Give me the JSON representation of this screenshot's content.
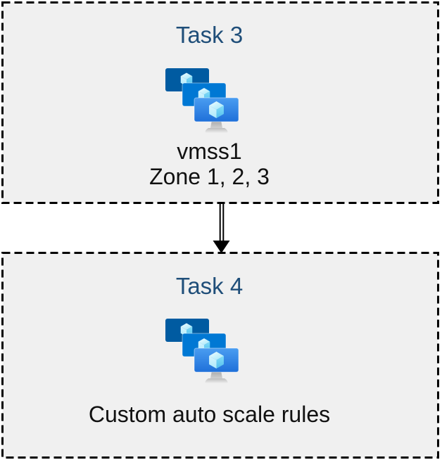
{
  "diagram": {
    "boxes": [
      {
        "id": "task3",
        "title": "Task 3",
        "icon": "vm-scale-sets-icon",
        "label_lines": [
          "vmss1",
          "Zone 1, 2, 3"
        ]
      },
      {
        "id": "task4",
        "title": "Task 4",
        "icon": "vm-scale-sets-icon",
        "label_lines": [
          "Custom auto scale rules"
        ]
      }
    ],
    "connector": {
      "style": "double-line-arrow",
      "direction": "down",
      "from": "task3",
      "to": "task4"
    },
    "colors": {
      "page_background": "#FFFFFF",
      "box_fill": "#F0F0F0",
      "box_border": "#000000",
      "title_text": "#1F4E79",
      "body_text": "#111111",
      "monitor_back": "#005BA1",
      "monitor_middle": "#0078D4",
      "monitor_front_top": "#4A9DF1",
      "monitor_front_bottom": "#1F70D9",
      "cube_light": "#D8F5FE",
      "cube_dark": "#55BFEE"
    }
  }
}
